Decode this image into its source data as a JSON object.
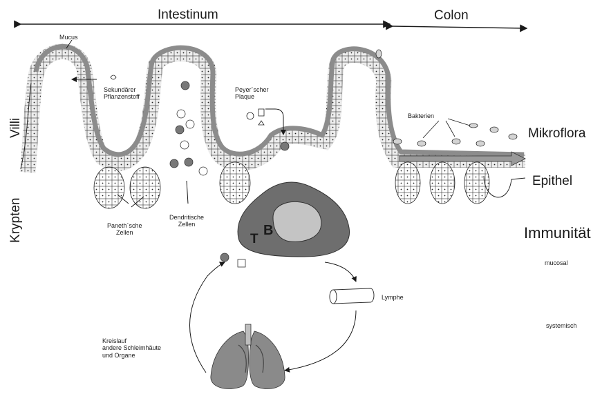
{
  "regions": {
    "intestinum": "Intestinum",
    "colon": "Colon"
  },
  "labels": {
    "mucus": "Mucus",
    "sekundaerer": [
      "Sekundärer",
      "Pflanzenstoff"
    ],
    "peyer": [
      "Peyer`scher",
      "Plaque"
    ],
    "bakterien": "Bakterien",
    "paneth": [
      "Paneth`sche",
      "Zellen"
    ],
    "dendritische": [
      "Dendritische",
      "Zellen"
    ],
    "lymphe": "Lymphe",
    "kreislauf": [
      "Kreislauf",
      "andere Schleimhäute",
      "und Organe"
    ],
    "villi": "Villi",
    "krypten": "Krypten"
  },
  "lymph_node": {
    "t": "T",
    "b": "B"
  },
  "right_labels": {
    "mikroflora": "Mikroflora",
    "epithel": "Epithel",
    "immunitaet": "Immunität",
    "mucosal": "mucosal",
    "systemisch": "systemisch"
  },
  "colors": {
    "mucus_band": "#8c8c8c",
    "node_outer": "#6e6e6e",
    "node_inner": "#c4c4c4",
    "cell_dark": "#787878"
  }
}
